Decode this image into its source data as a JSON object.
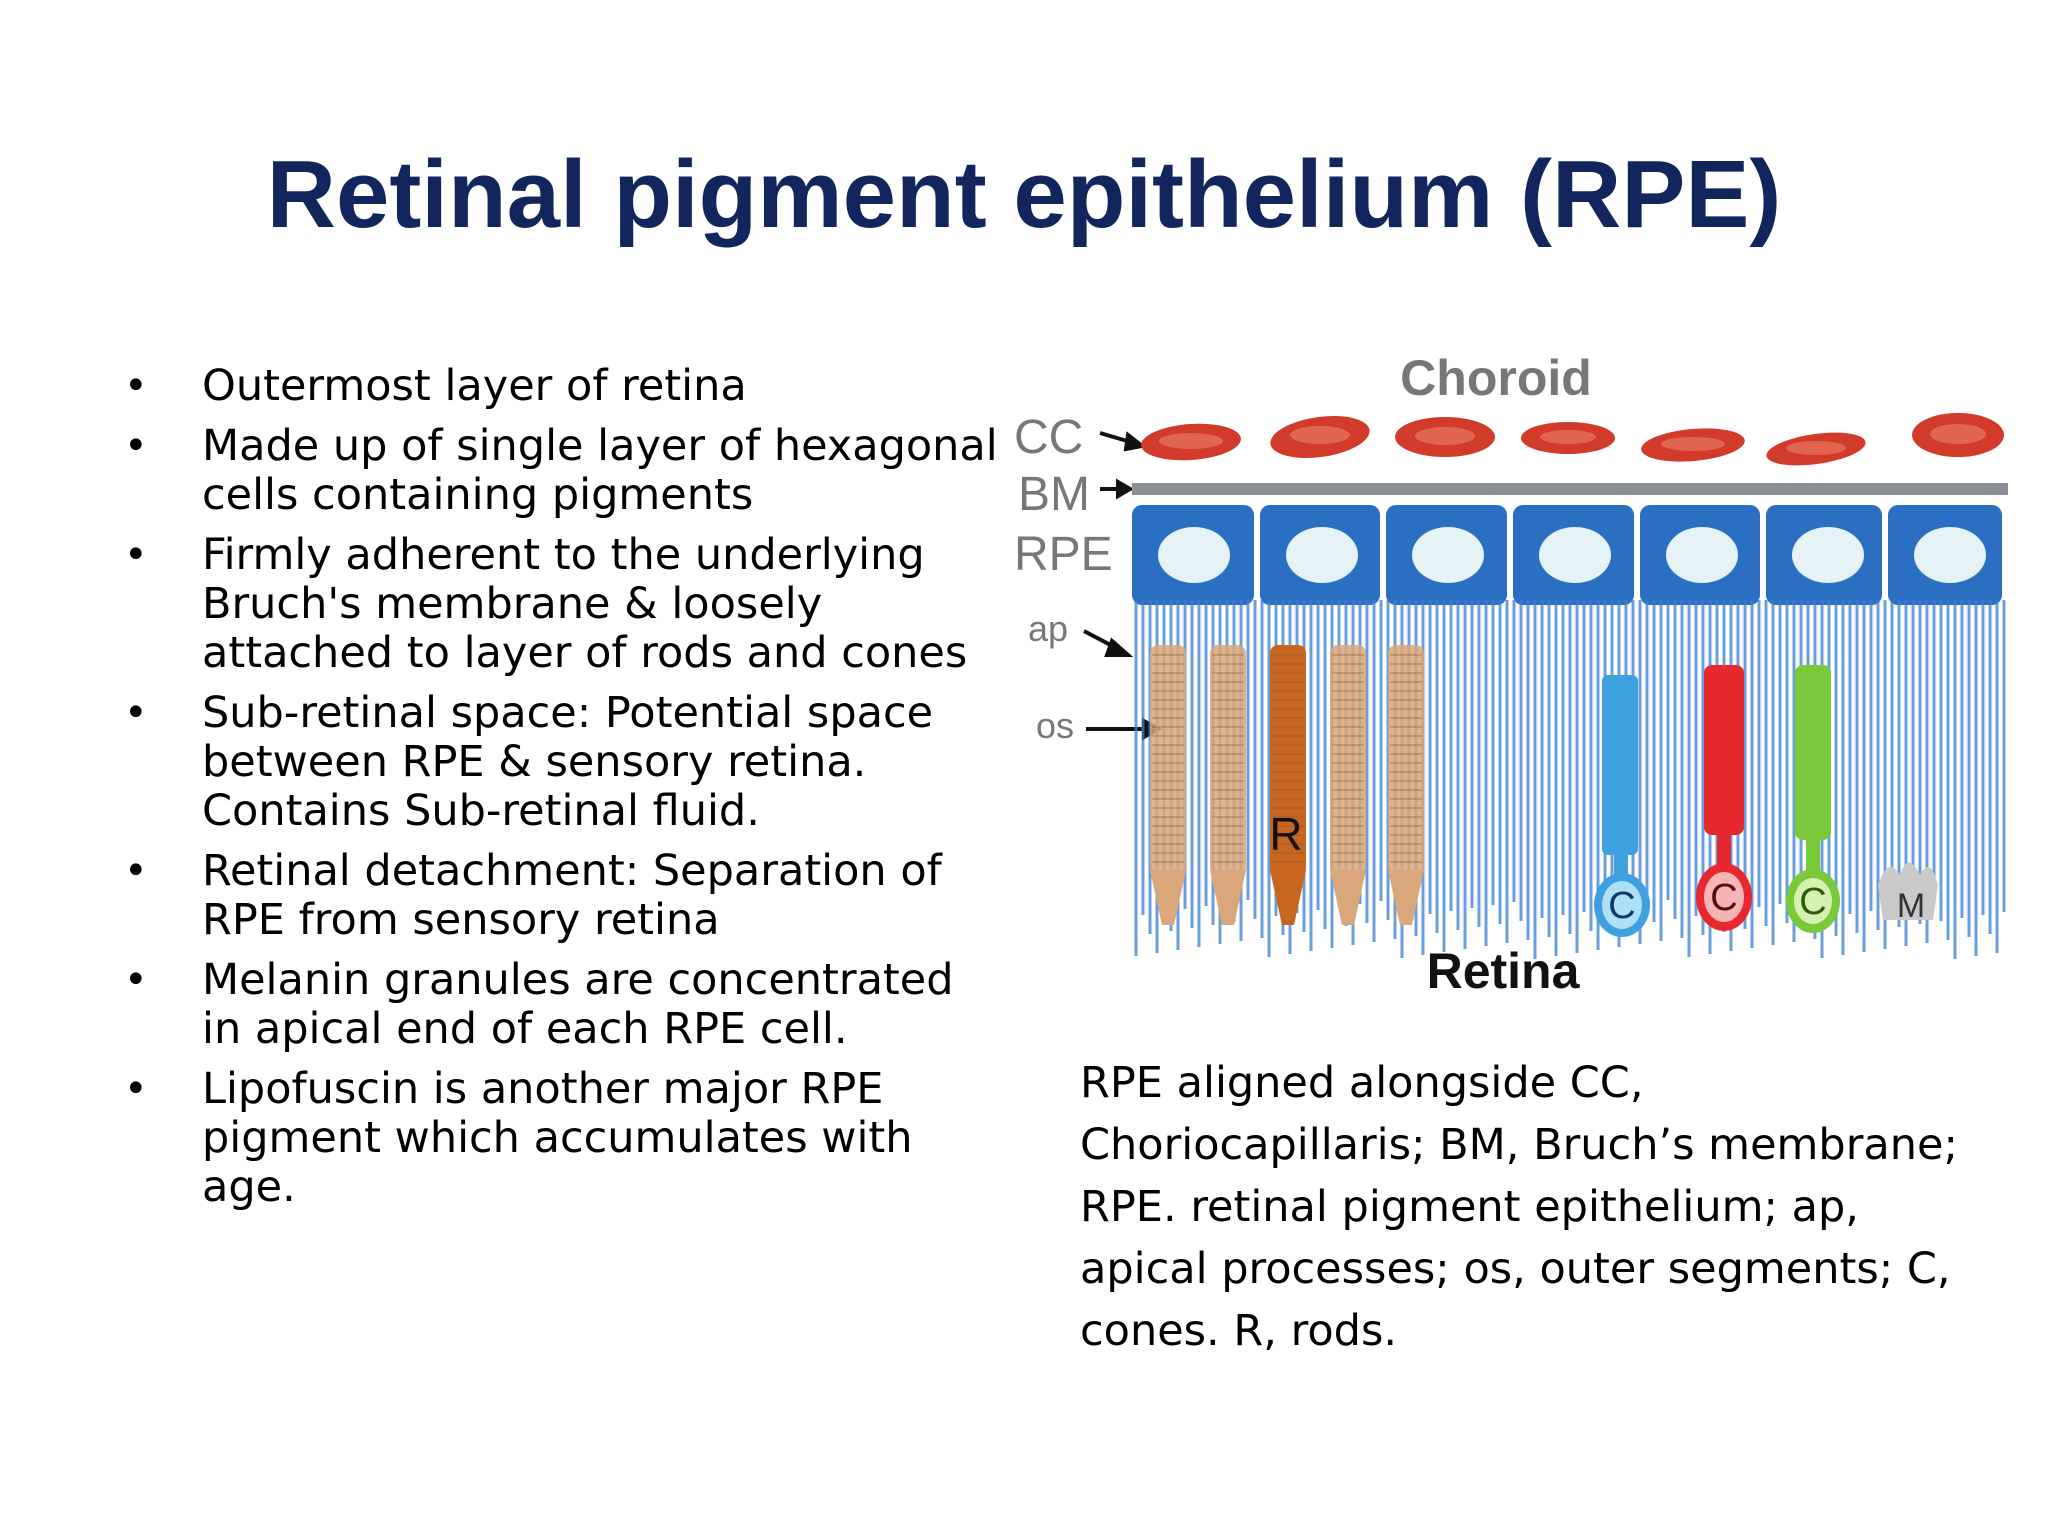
{
  "slide": {
    "title": "Retinal pigment epithelium (RPE)",
    "bullets": [
      "Outermost layer of retina",
      "Made up of single layer of hexagonal cells containing pigments",
      "Firmly adherent to the underlying Bruch's membrane & loosely attached to layer of rods and cones",
      "Sub-retinal space: Potential space between RPE & sensory retina. Contains Sub-retinal fluid.",
      "Retinal detachment: Separation of RPE from sensory retina",
      "Melanin granules are concentrated in apical end of each RPE cell.",
      "Lipofuscin is another major RPE pigment which accumulates with age."
    ],
    "bullet_glyph": "•",
    "caption": "RPE aligned alongside CC, Choriocapillaris; BM, Bruch’s membrane; RPE. retinal pigment epithelium; ap, apical processes; os, outer segments; C, cones. R, rods."
  },
  "figure": {
    "top_label": "Choroid",
    "bottom_label": "Retina",
    "side_labels": {
      "cc": "CC",
      "bm": "BM",
      "rpe": "RPE",
      "ap": "ap",
      "os": "os"
    },
    "cell_labels": {
      "rod": "R",
      "cone": "C",
      "muller": "M"
    },
    "colors": {
      "title": "#12265e",
      "rpe_blue": "#2a6fc2",
      "choroid_red": "#d23a2a",
      "rod_tan": "#d9a779",
      "rod_highlight": "#c8651e",
      "cone_blue": "#3fa0e0",
      "cone_red": "#e8282f",
      "cone_green": "#7ac93a"
    }
  }
}
